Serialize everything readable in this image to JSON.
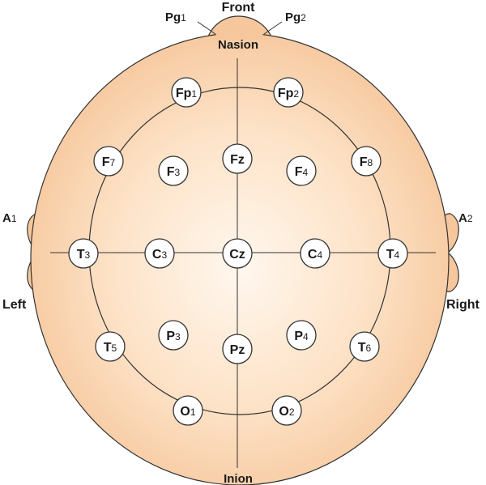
{
  "labels": {
    "front": "Front",
    "nasion": "Nasion",
    "inion": "Inion",
    "left": "Left",
    "right": "Right",
    "pg1": {
      "main": "Pg",
      "sub": "1"
    },
    "pg2": {
      "main": "Pg",
      "sub": "2"
    },
    "a1": {
      "main": "A",
      "sub": "1"
    },
    "a2": {
      "main": "A",
      "sub": "2"
    }
  },
  "electrodes": [
    {
      "id": "fp1",
      "main": "Fp",
      "sub": "1"
    },
    {
      "id": "fp2",
      "main": "Fp",
      "sub": "2"
    },
    {
      "id": "f7",
      "main": "F",
      "sub": "7"
    },
    {
      "id": "f3",
      "main": "F",
      "sub": "3"
    },
    {
      "id": "fz",
      "main": "Fz",
      "sub": ""
    },
    {
      "id": "f4",
      "main": "F",
      "sub": "4"
    },
    {
      "id": "f8",
      "main": "F",
      "sub": "8"
    },
    {
      "id": "t3",
      "main": "T",
      "sub": "3"
    },
    {
      "id": "c3",
      "main": "C",
      "sub": "3"
    },
    {
      "id": "cz",
      "main": "Cz",
      "sub": ""
    },
    {
      "id": "c4",
      "main": "C",
      "sub": "4"
    },
    {
      "id": "t4",
      "main": "T",
      "sub": "4"
    },
    {
      "id": "t5",
      "main": "T",
      "sub": "5"
    },
    {
      "id": "p3",
      "main": "P",
      "sub": "3"
    },
    {
      "id": "pz",
      "main": "Pz",
      "sub": ""
    },
    {
      "id": "p4",
      "main": "P",
      "sub": "4"
    },
    {
      "id": "t6",
      "main": "T",
      "sub": "6"
    },
    {
      "id": "o1",
      "main": "O",
      "sub": "1"
    },
    {
      "id": "o2",
      "main": "O",
      "sub": "2"
    }
  ],
  "colors": {
    "skin": "#f6c79c",
    "skin_center": "#fff7ee",
    "outline": "#333333",
    "electrode_fill": "#ffffff"
  }
}
